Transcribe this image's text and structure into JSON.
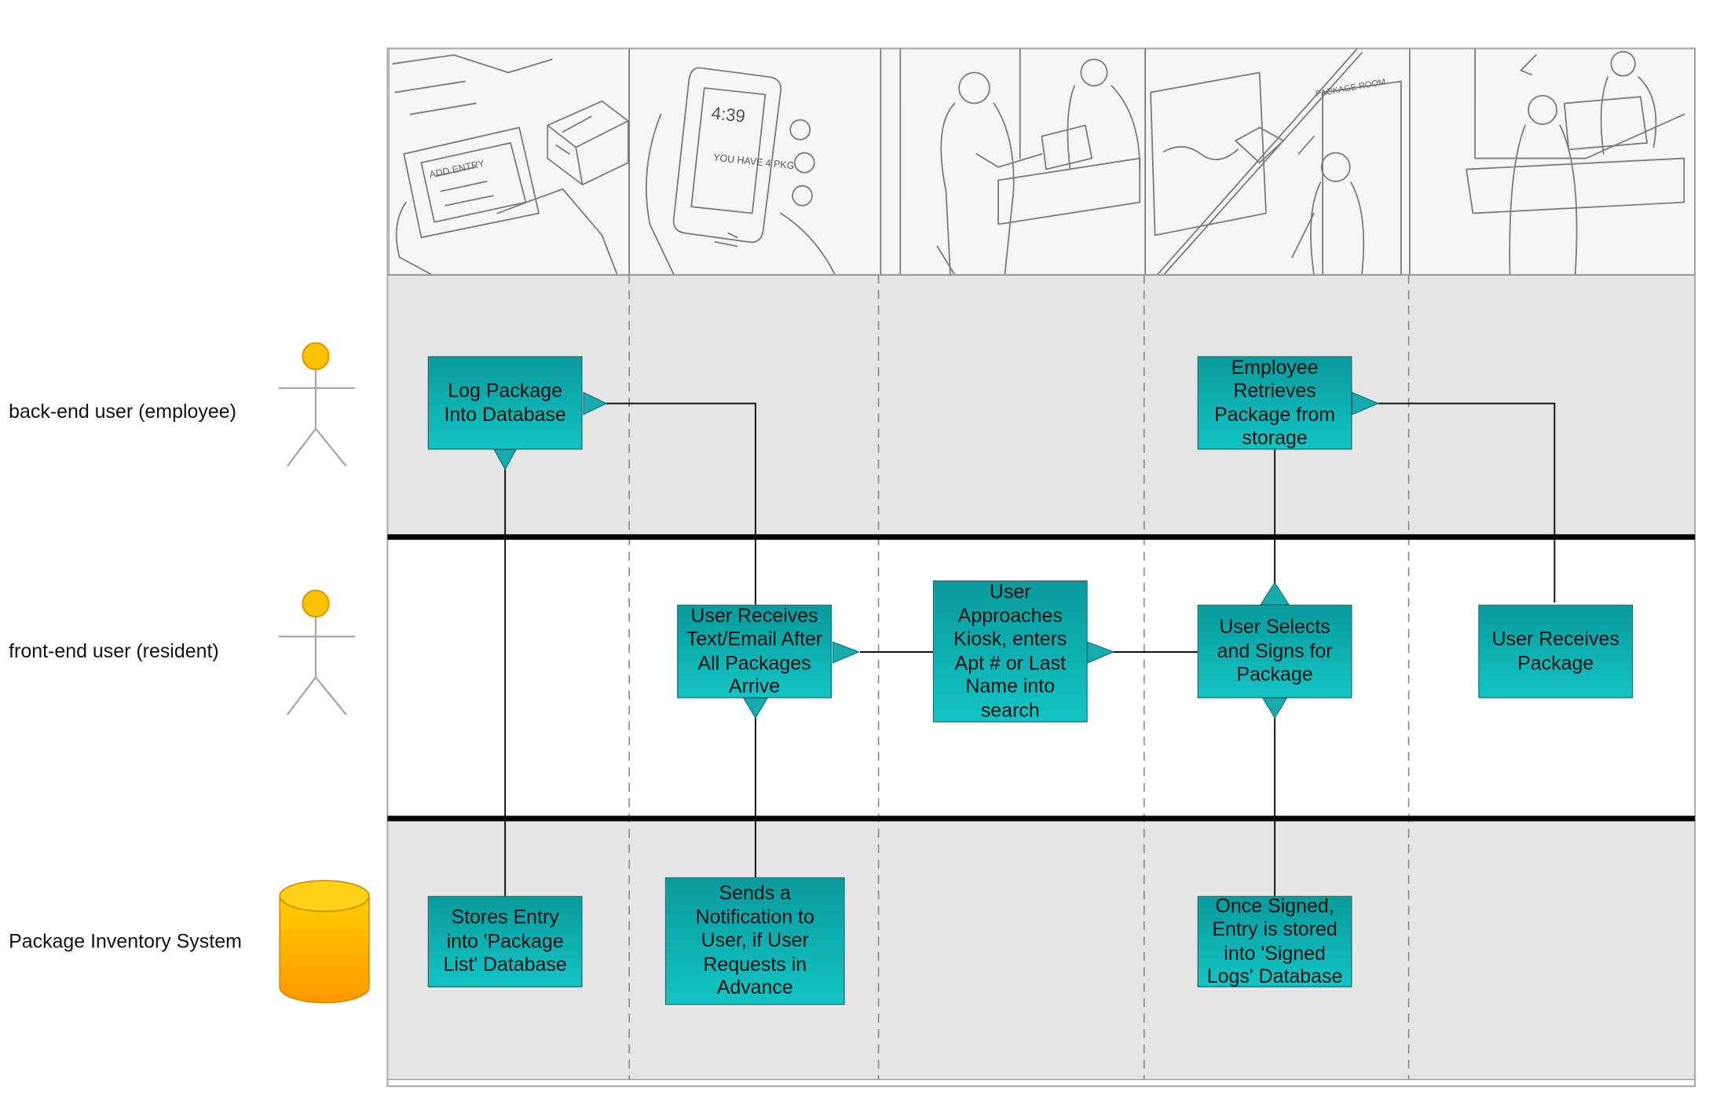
{
  "lanes": [
    {
      "label": "back-end user (employee)",
      "actor": "stick-figure-icon"
    },
    {
      "label": "front-end user (resident)",
      "actor": "stick-figure-icon"
    },
    {
      "label": "Package Inventory System",
      "actor": "database-cylinder-icon"
    }
  ],
  "steps": {
    "log_package": "Log Package Into Database",
    "employee_retrieves": "Employee Retrieves Package from storage",
    "user_receives_text": "User Receives Text/Email After All Packages Arrive",
    "user_approaches_kiosk": "User Approaches Kiosk, enters Apt # or Last Name into search",
    "user_selects_signs": "User Selects and Signs for Package",
    "user_receives_package": "User Receives Package",
    "stores_entry": "Stores Entry into 'Package List' Database",
    "sends_notification": "Sends a Notification to User, if User Requests in Advance",
    "once_signed": "Once Signed, Entry is stored into 'Signed Logs' Database"
  },
  "storyboard": {
    "panel1_tablet_text": "ADD ENTRY",
    "panel2_phone_time": "4:39",
    "panel2_phone_msg": "YOU HAVE 4 PKG",
    "panel4_sign": "PACKAGE ROOM"
  },
  "colors": {
    "step_box_top": "#0a9a9c",
    "step_box_bottom": "#13c4c4",
    "actor_head": "#ffc200",
    "database": "#ffa500",
    "lane_shaded": "#e5e5e5"
  }
}
